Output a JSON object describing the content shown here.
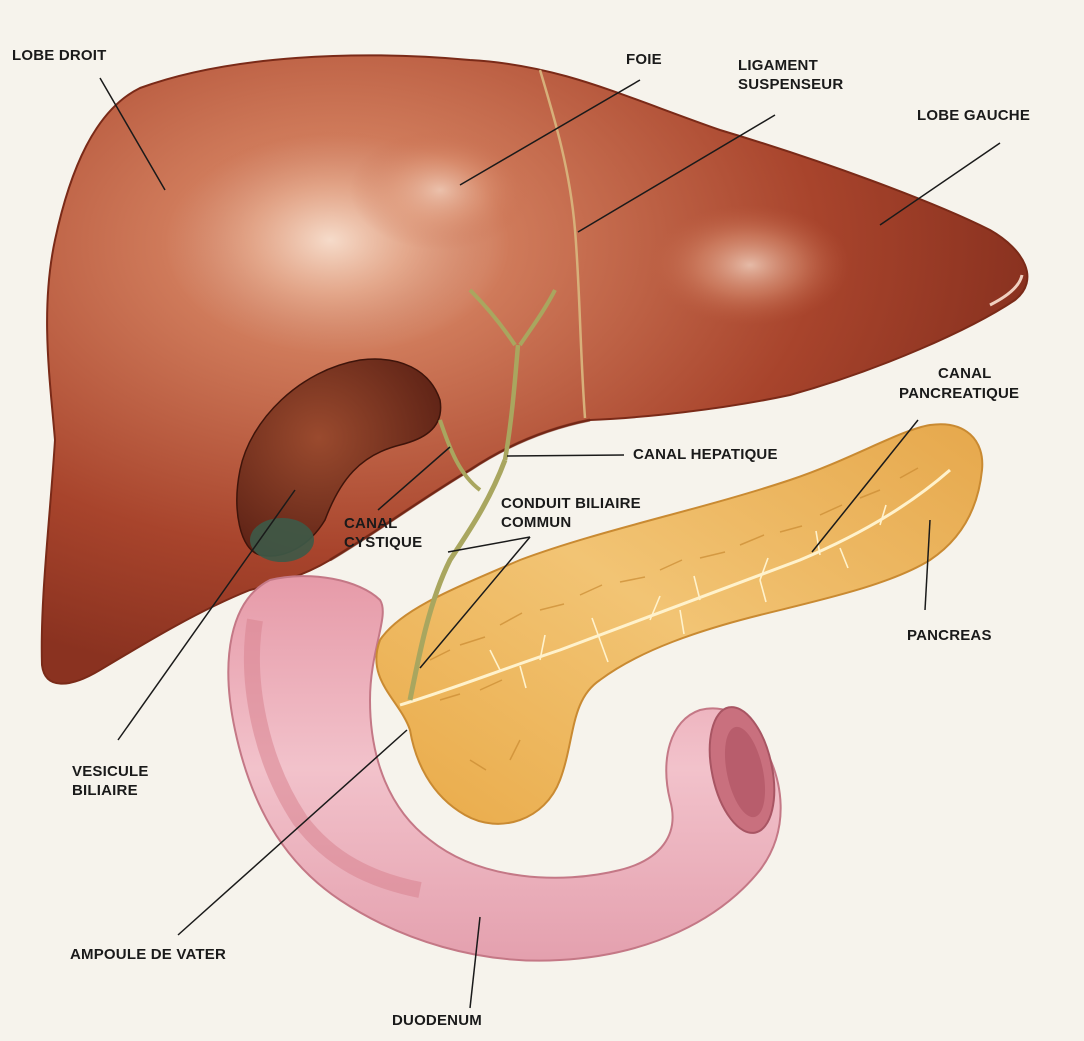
{
  "labels": {
    "lobe_droit": "LOBE DROIT",
    "foie": "FOIE",
    "ligament": [
      "LIGAMENT",
      "SUSPENSEUR"
    ],
    "lobe_gauche": "LOBE GAUCHE",
    "canal_pancreatique": [
      "CANAL",
      "PANCREATIQUE"
    ],
    "canal_hepatique": "CANAL HEPATIQUE",
    "conduit_biliaire": [
      "CONDUIT BILIAIRE",
      "COMMUN"
    ],
    "canal_cystique": [
      "CANAL",
      "CYSTIQUE"
    ],
    "pancreas": "PANCREAS",
    "vesicule": [
      "VESICULE",
      "BILIAIRE"
    ],
    "ampoule": "AMPOULE DE VATER",
    "duodenum": "DUODENUM"
  },
  "colors": {
    "background": "#f6f3ec",
    "liver": "#a8442c",
    "liver_highlight": "#f2d2bc",
    "gallbladder": "#6f2a1a",
    "gallbladder_tip": "#3d5a48",
    "pancreas": "#e9b45a",
    "pancreas_duct": "#fff2cc",
    "duodenum": "#e9a6b2",
    "bile_duct": "#a9a65f",
    "leader": "#1a1a1a"
  }
}
